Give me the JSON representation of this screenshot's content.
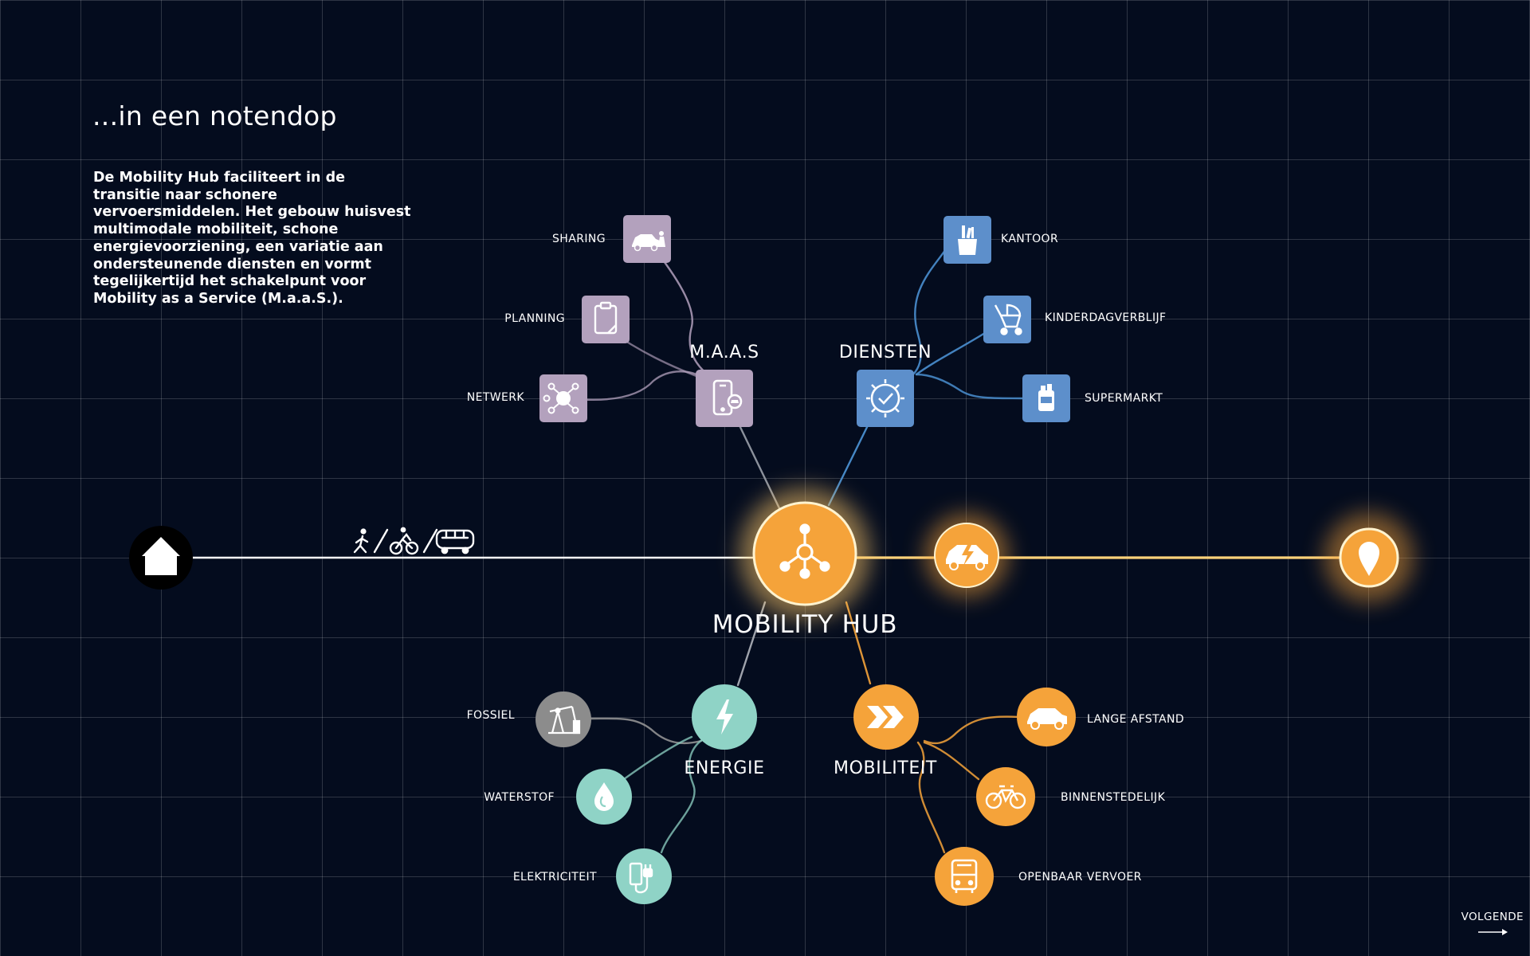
{
  "heading": "...in een notendop",
  "intro": "De Mobility Hub faciliteert in de transitie naar schonere vervoersmiddelen. Het gebouw huisvest multimodale mobiliteit, schone energievoorziening, een variatie aan ondersteunende diensten en vormt tegelijkertijd het schakelpunt voor Mobility as a Service (M.a.a.S.).",
  "hub": {
    "label": "MOBILITY HUB",
    "icon": "hub-network-icon"
  },
  "categories": {
    "maas": {
      "label": "M.A.A.S",
      "icon": "smartphone-icon",
      "color": "#b3a1bd",
      "items": [
        {
          "label": "SHARING",
          "icon": "car-sharing-icon"
        },
        {
          "label": "PLANNING",
          "icon": "clipboard-icon"
        },
        {
          "label": "NETWERK",
          "icon": "network-icon"
        }
      ]
    },
    "diensten": {
      "label": "DIENSTEN",
      "icon": "gear-check-icon",
      "color": "#5d8fcb",
      "items": [
        {
          "label": "KANTOOR",
          "icon": "pencil-cup-icon"
        },
        {
          "label": "KINDERDAGVERBLIJF",
          "icon": "stroller-icon"
        },
        {
          "label": "SUPERMARKT",
          "icon": "shopping-bottle-icon"
        }
      ]
    },
    "energie": {
      "label": "ENERGIE",
      "icon": "lightning-icon",
      "color": "#8fd3c6",
      "items": [
        {
          "label": "FOSSIEL",
          "icon": "oil-pump-icon",
          "color": "#8c8c8c"
        },
        {
          "label": "WATERSTOF",
          "icon": "water-drop-icon"
        },
        {
          "label": "ELEKTRICITEIT",
          "icon": "plug-icon"
        }
      ]
    },
    "mobiliteit": {
      "label": "MOBILITEIT",
      "icon": "double-chevron-icon",
      "color": "#f5a33a",
      "items": [
        {
          "label": "LANGE AFSTAND",
          "icon": "car-icon"
        },
        {
          "label": "BINNENSTEDELIJK",
          "icon": "bicycle-icon"
        },
        {
          "label": "OPENBAAR VERVOER",
          "icon": "bus-icon"
        }
      ]
    }
  },
  "route": {
    "start_icon": "home-icon",
    "modes": [
      "walking-icon",
      "cycling-icon",
      "shuttle-bus-icon"
    ],
    "vehicle_icon": "electric-car-icon",
    "end_icon": "location-pin-icon"
  },
  "next_label": "VOLGENDE",
  "colors": {
    "background": "#040c1e",
    "accent": "#f5a33a"
  }
}
